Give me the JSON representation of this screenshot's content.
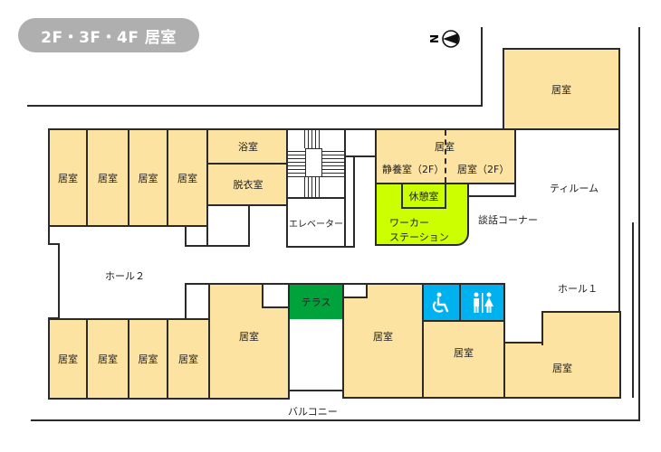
{
  "title": "2F・3F・4F 居室",
  "compass": {
    "label": "N",
    "icon": "north-arrow-icon"
  },
  "rooms": {
    "room_label": "居室",
    "bath": "浴室",
    "dressing": "脱衣室",
    "elevator": "エレベーター",
    "rest_room": "休憩室",
    "work_station_line1": "ワーカー",
    "work_station_line2": "ステーション",
    "quiet_room_2f": "静養室（2F）",
    "room_2f": "居室（2F）",
    "terrace": "テラス",
    "tea_room": "ティルーム",
    "talk_corner": "談話コーナー",
    "hall1": "ホール１",
    "hall2": "ホール２",
    "balcony": "バルコニー"
  },
  "icons": {
    "accessible_toilet": "wheelchair-icon",
    "restroom": "restroom-icon"
  },
  "colors": {
    "room": "#fde3a2",
    "work_station": "#ccff00",
    "terrace": "#00a23c",
    "toilet": "#00b1f0",
    "title_pill": "#afafaf",
    "wall": "#2b2b2b"
  }
}
